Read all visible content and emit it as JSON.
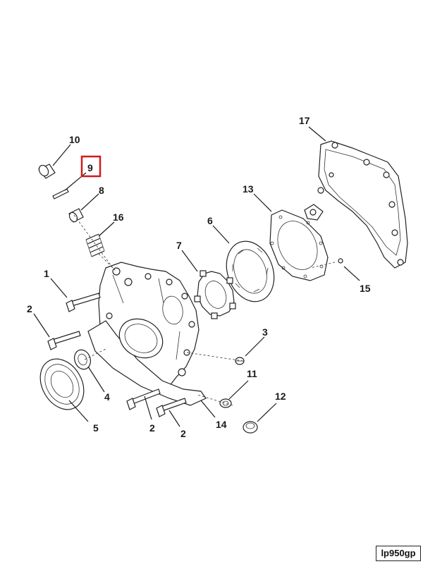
{
  "figure_code": "lp950gp",
  "highlight_color": "#d11a1a",
  "callouts": {
    "c1": "1",
    "c2a": "2",
    "c2b": "2",
    "c2c": "2",
    "c3": "3",
    "c4": "4",
    "c5": "5",
    "c6": "6",
    "c7": "7",
    "c8": "8",
    "c9": "9",
    "c10": "10",
    "c11": "11",
    "c12": "12",
    "c13": "13",
    "c14": "14",
    "c15": "15",
    "c16": "16",
    "c17": "17"
  },
  "highlighted_callout": "9"
}
